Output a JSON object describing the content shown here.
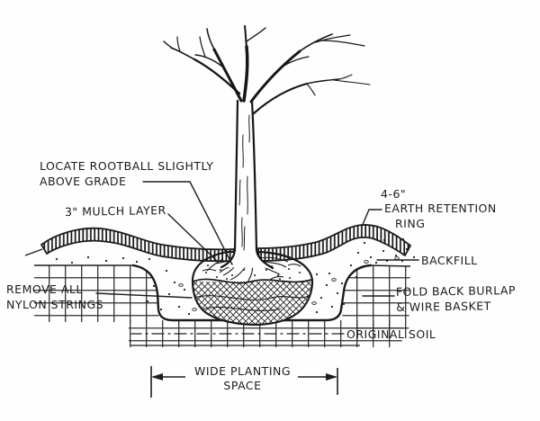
{
  "diagram_title": "Tree planting detail (hand-drawn section)",
  "colors": {
    "ink": "#1d1d1d",
    "paper": "#fefefe"
  },
  "labels": {
    "locate_rootball_line1": "LOCATE ROOTBALL SLIGHTLY",
    "locate_rootball_line2": "ABOVE GRADE",
    "mulch_layer": "3\" MULCH LAYER",
    "ring_height": "4-6\"",
    "earth_retention_line1": "EARTH RETENTION",
    "earth_retention_line2": "RING",
    "backfill": "BACKFILL",
    "remove_nylon_line1": "REMOVE ALL",
    "remove_nylon_line2": "NYLON STRINGS",
    "fold_burlap_line1": "FOLD BACK BURLAP",
    "fold_burlap_line2": "& WIRE BASKET",
    "original_soil": "ORIGINAL SOIL",
    "planting_space_line1": "WIDE PLANTING",
    "planting_space_line2": "SPACE"
  }
}
